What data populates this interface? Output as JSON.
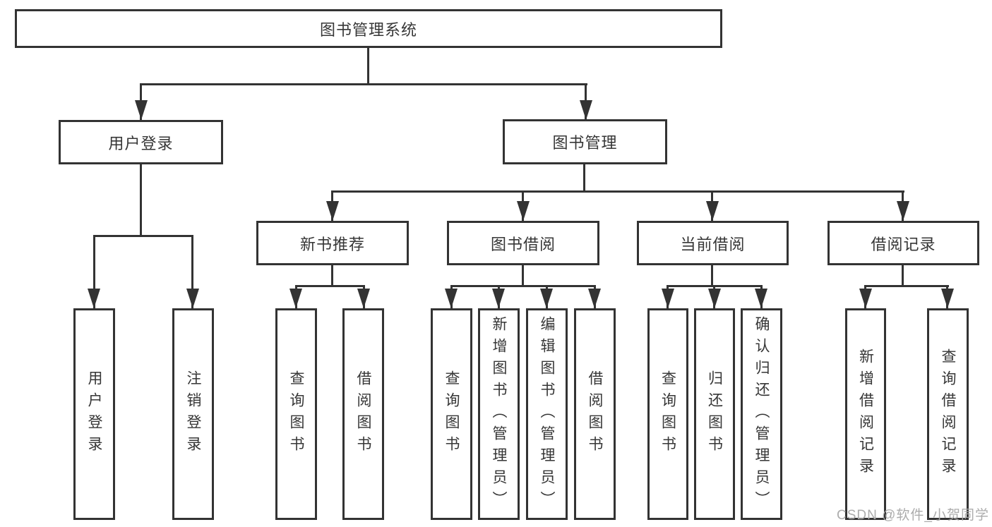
{
  "tree": {
    "label": "图书管理系统",
    "children": [
      {
        "label": "用户登录",
        "children": [
          {
            "label": "用户登录"
          },
          {
            "label": "注销登录"
          }
        ]
      },
      {
        "label": "图书管理",
        "children": [
          {
            "label": "新书推荐",
            "children": [
              {
                "label": "查询图书"
              },
              {
                "label": "借阅图书"
              }
            ]
          },
          {
            "label": "图书借阅",
            "children": [
              {
                "label": "查询图书"
              },
              {
                "label": "新增图书（管理员）"
              },
              {
                "label": "编辑图书（管理员）"
              },
              {
                "label": "借阅图书"
              }
            ]
          },
          {
            "label": "当前借阅",
            "children": [
              {
                "label": "查询图书"
              },
              {
                "label": "归还图书"
              },
              {
                "label": "确认归还（管理员）"
              }
            ]
          },
          {
            "label": "借阅记录",
            "children": [
              {
                "label": "新增借阅记录"
              },
              {
                "label": "查询借阅记录"
              }
            ]
          }
        ]
      }
    ]
  },
  "watermark": {
    "text": "CSDN @软件_小贺同学"
  },
  "colors": {
    "line": "#333333",
    "text": "#363636",
    "watermark": "#a8a8a8"
  }
}
